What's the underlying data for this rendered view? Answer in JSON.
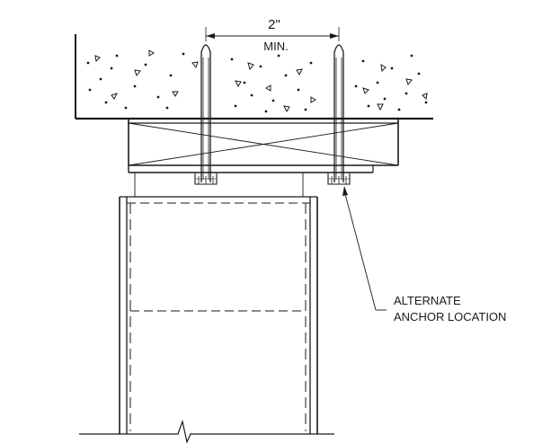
{
  "dimension": {
    "value": "2\"",
    "qualifier": "MIN."
  },
  "callout": {
    "line1": "ALTERNATE",
    "line2": "ANCHOR LOCATION"
  },
  "colors": {
    "ink": "#1a1a1a",
    "background": "#ffffff"
  }
}
